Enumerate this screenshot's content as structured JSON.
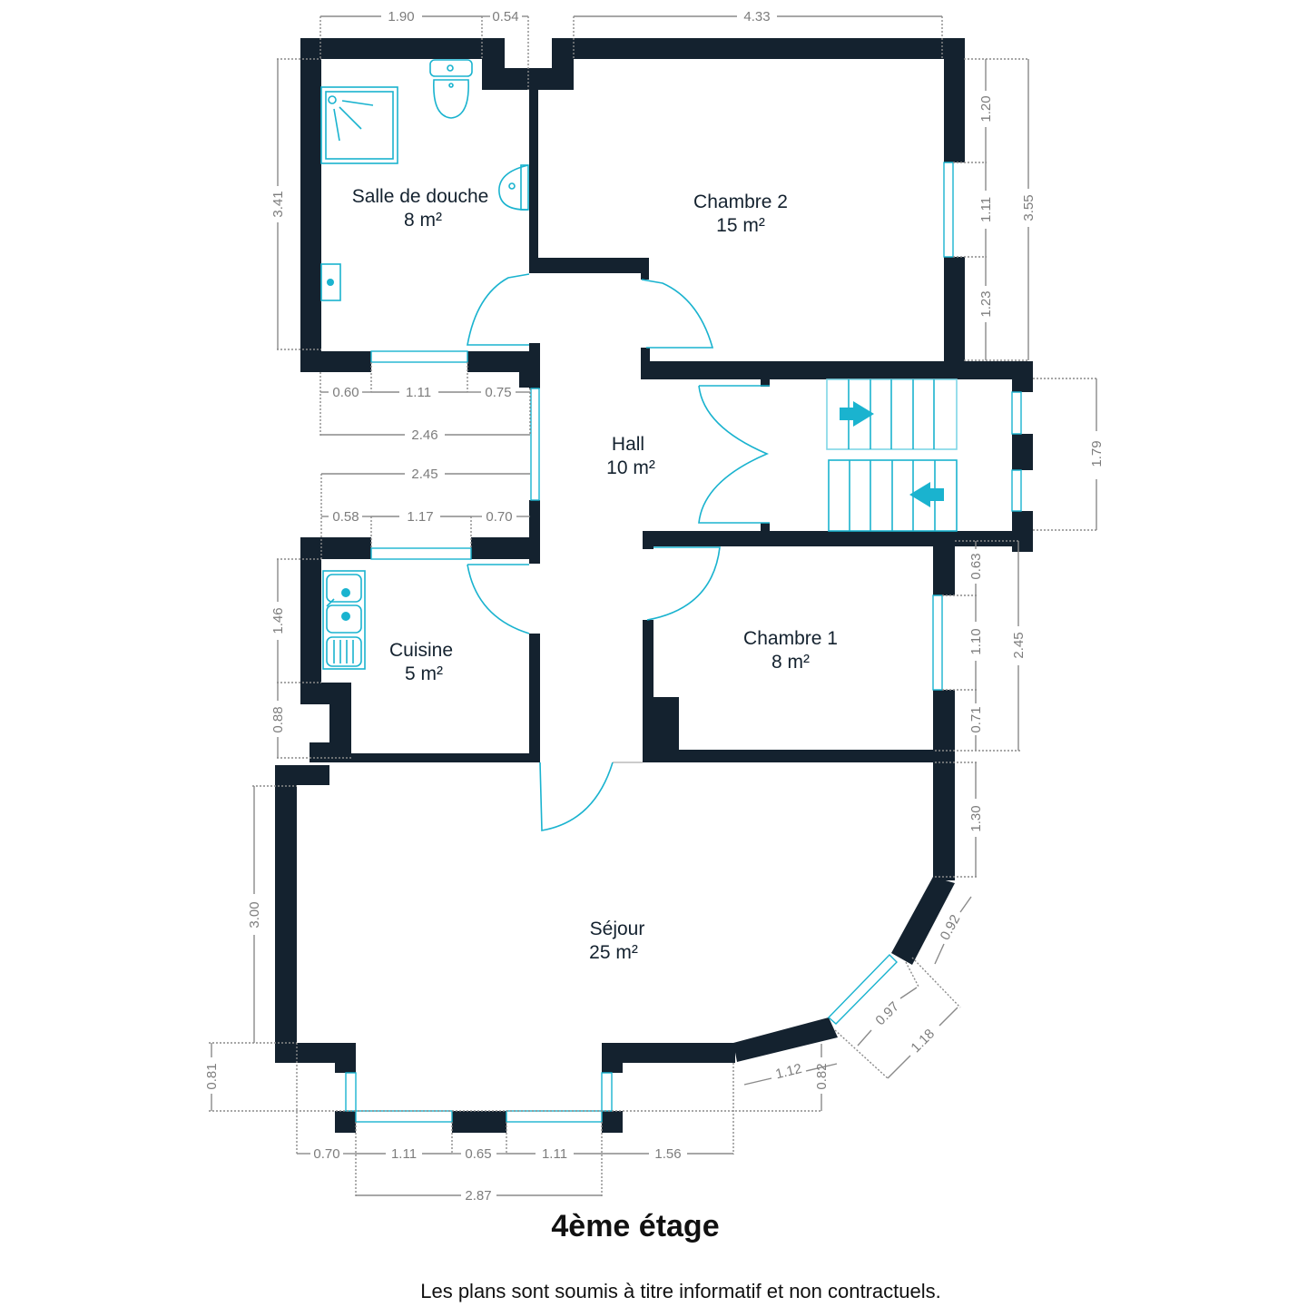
{
  "floor_title": "4ème étage",
  "disclaimer": "Les plans sont soumis à titre informatif et non contractuels.",
  "colors": {
    "wall": "#14222f",
    "fixture": "#1ab3cf",
    "dimension": "#8a8a8a"
  },
  "rooms": [
    {
      "name": "Salle de douche",
      "area": "8 m²"
    },
    {
      "name": "Chambre 2",
      "area": "15 m²"
    },
    {
      "name": "Hall",
      "area": "10 m²"
    },
    {
      "name": "Cuisine",
      "area": "5 m²"
    },
    {
      "name": "Chambre 1",
      "area": "8 m²"
    },
    {
      "name": "Séjour",
      "area": "25 m²"
    }
  ],
  "dimensions": {
    "top_bath_width": "1.90",
    "top_gap": "0.54",
    "top_chambre2_width": "4.33",
    "bath_height": "3.41",
    "ch2_right_top": "1.20",
    "ch2_window": "1.11",
    "ch2_right_bottom": "1.23",
    "ch2_total": "3.55",
    "bath_bottom_left": "0.60",
    "bath_window": "1.11",
    "bath_bottom_right": "0.75",
    "bath_inner_width": "2.46",
    "kitchen_inner_width": "2.45",
    "kitchen_top_left": "0.58",
    "kitchen_window": "1.17",
    "kitchen_top_right": "0.70",
    "stair_height": "1.79",
    "ch1_top": "0.63",
    "ch1_window": "1.10",
    "ch1_bottom": "0.71",
    "ch1_total": "2.45",
    "kitchen_left": "1.46",
    "kitchen_step": "0.88",
    "sejour_right": "1.30",
    "bay_upper": "0.92",
    "bay_window": "0.97",
    "bay_outer": "1.18",
    "bay_lower": "1.12",
    "bay_depth": "0.82",
    "sejour_left": "3.00",
    "sejour_bottom_step": "0.81",
    "bottom_left": "0.70",
    "bottom_window_1": "1.11",
    "bottom_pier": "0.65",
    "bottom_window_2": "1.11",
    "bottom_right": "1.56",
    "bottom_total": "2.87"
  }
}
